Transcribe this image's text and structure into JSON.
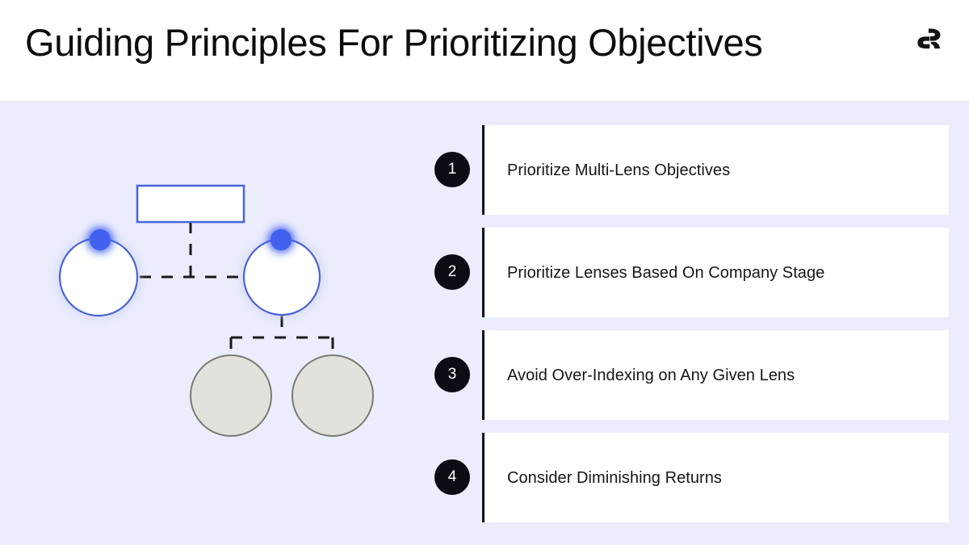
{
  "header": {
    "title": "Guiding Principles For Prioritizing Objectives",
    "logo_name": "company-logo-r-mark",
    "background_color": "#ffffff",
    "title_color": "#0d0d0d"
  },
  "theme": {
    "body_background": "#ebedfd",
    "card_background": "#ffffff",
    "accent_blue": "#4361ee",
    "badge_background": "#0b0c14",
    "badge_text_color": "#ffffff",
    "card_bar_color": "#111218",
    "gray_node_fill": "#e2e2dd",
    "gray_node_stroke": "#7b7b74",
    "connector_color": "#1a1a1a"
  },
  "diagram": {
    "name": "objective-lens-hierarchy-diagram",
    "nodes": [
      {
        "id": "root-rectangle",
        "shape": "rectangle",
        "label": "",
        "fill": "#ffffff",
        "stroke": "#4a63d8"
      },
      {
        "id": "lens-circle-left",
        "shape": "circle",
        "label": "",
        "fill": "#ffffff",
        "stroke": "#4a63d8",
        "marker": "blue-dot"
      },
      {
        "id": "lens-circle-right",
        "shape": "circle",
        "label": "",
        "fill": "#ffffff",
        "stroke": "#4a63d8",
        "marker": "blue-dot"
      },
      {
        "id": "sub-node-left",
        "shape": "circle",
        "label": "",
        "fill": "#e2e2dd",
        "stroke": "#7b7b74"
      },
      {
        "id": "sub-node-right",
        "shape": "circle",
        "label": "",
        "fill": "#e2e2dd",
        "stroke": "#7b7b74"
      }
    ],
    "connectors": [
      {
        "from": "root-rectangle",
        "to": "lens-circle-left",
        "style": "dashed"
      },
      {
        "from": "root-rectangle",
        "to": "lens-circle-right",
        "style": "dashed"
      },
      {
        "from": "lens-circle-right",
        "to": "sub-node-left",
        "style": "dashed"
      },
      {
        "from": "lens-circle-right",
        "to": "sub-node-right",
        "style": "dashed"
      }
    ]
  },
  "principles": [
    {
      "number": "1",
      "label": "Prioritize Multi-Lens Objectives"
    },
    {
      "number": "2",
      "label": "Prioritize Lenses Based On Company Stage"
    },
    {
      "number": "3",
      "label": "Avoid Over-Indexing on Any Given Lens"
    },
    {
      "number": "4",
      "label": "Consider Diminishing Returns"
    }
  ]
}
